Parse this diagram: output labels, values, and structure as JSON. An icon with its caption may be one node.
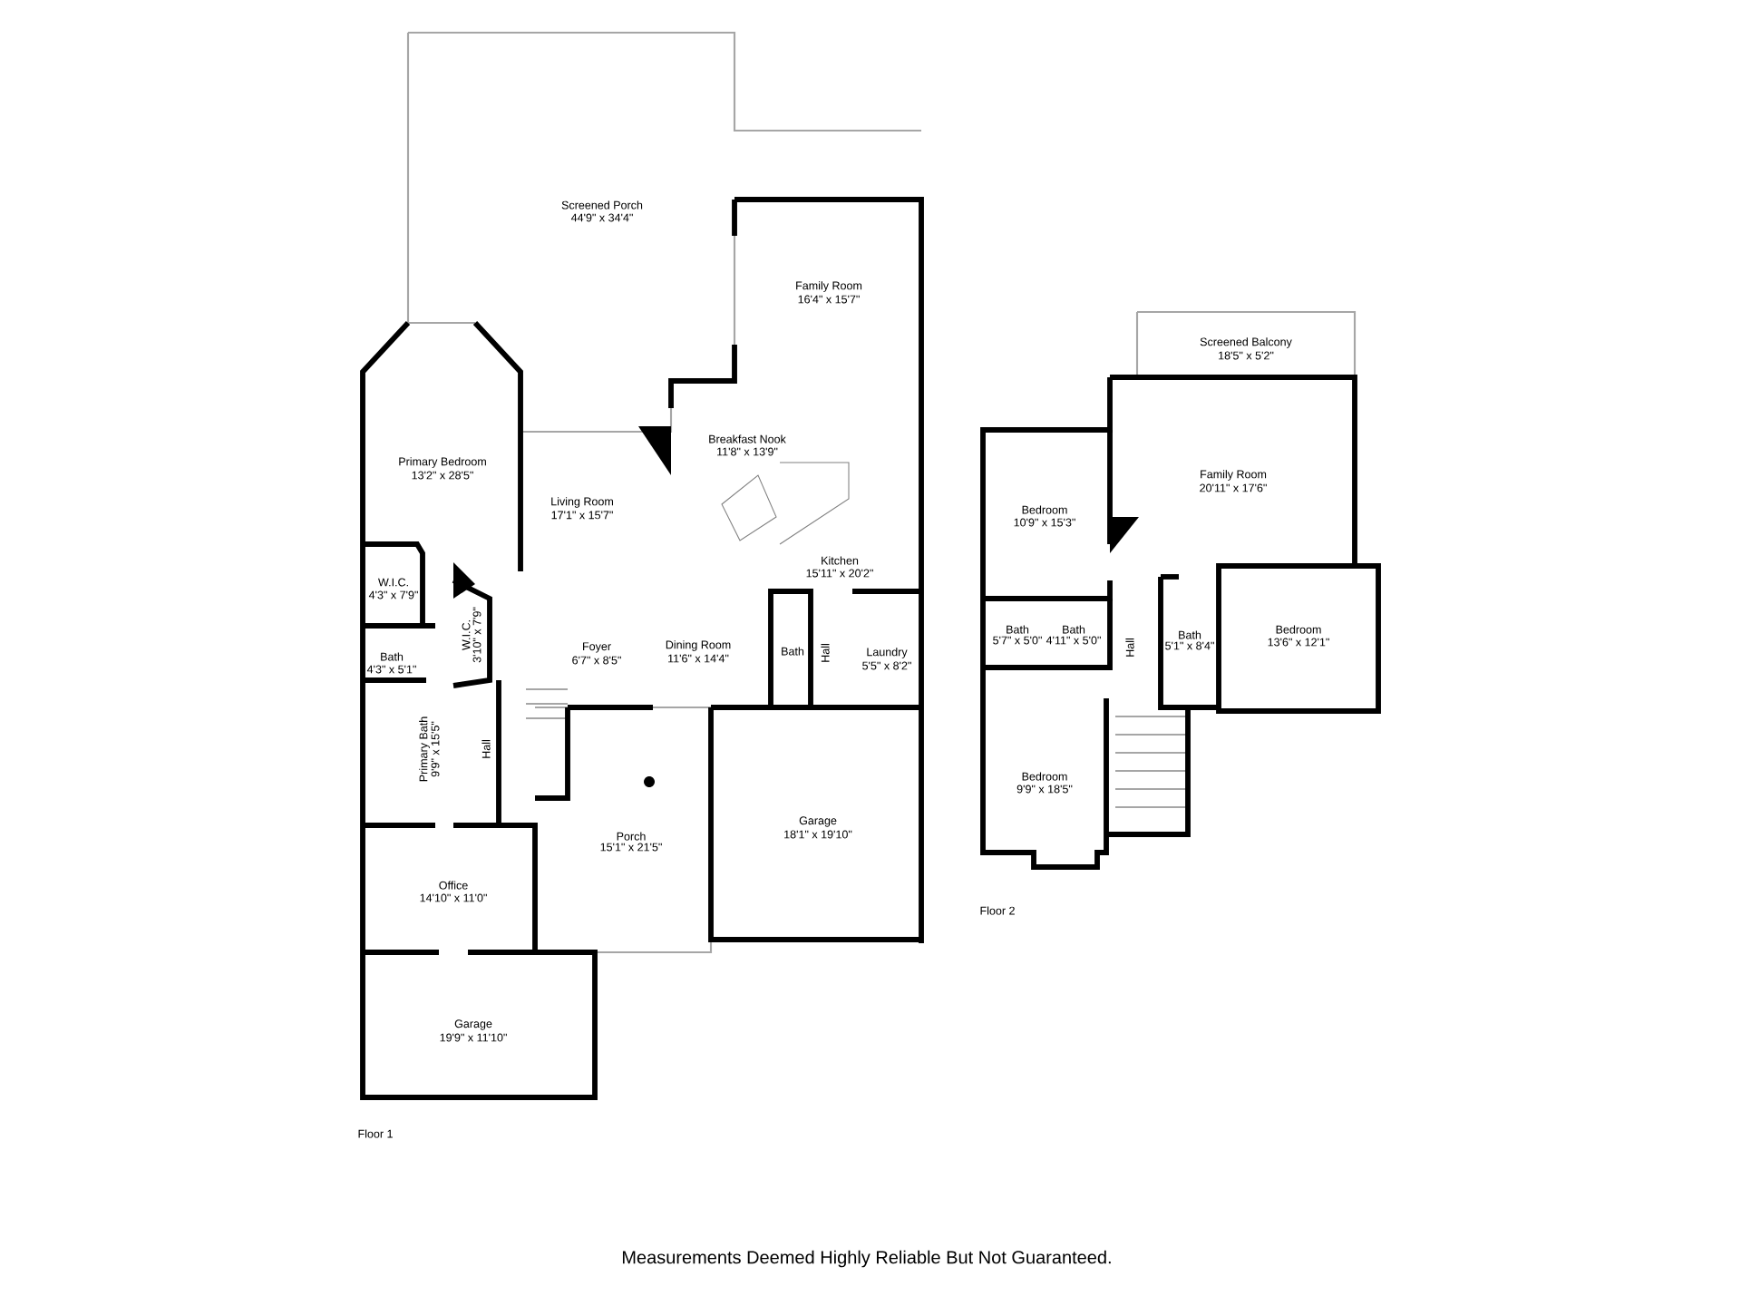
{
  "diagram": {
    "caption": "Measurements Deemed Highly Reliable But Not Guaranteed.",
    "labels": [
      "Screened Porch",
      "44'9\" x 34'4\"",
      "Family Room",
      "16'4\" x 15'7\"",
      "Primary Bedroom",
      "13'2\" x 28'5\"",
      "Breakfast Nook",
      "11'8\" x 13'9\"",
      "Living Room",
      "17'1\" x 15'7\"",
      "Kitchen",
      "15'11\" x 20'2\"",
      "W.I.C.",
      "4'3\" x 7'9\"",
      "W.I.C.",
      "3'10\" x 7'9\"",
      "Bath",
      "4'3\" x 5'1\"",
      "Foyer",
      "6'7\" x 8'5\"",
      "Dining Room",
      "11'6\" x 14'4\"",
      "Bath",
      "Hall",
      "Laundry",
      "5'5\" x 8'2\"",
      "Primary Bath",
      "9'9\" x 15'5\"",
      "Hall",
      "Porch",
      "15'1\" x 21'5\"",
      "Garage",
      "18'1\" x 19'10\"",
      "Office",
      "14'10\" x 11'0\"",
      "Garage",
      "19'9\" x 11'10\"",
      "Floor 1",
      "Screened Balcony",
      "18'5\" x 5'2\"",
      "Family Room",
      "20'11\" x 17'6\"",
      "Bedroom",
      "10'9\" x 15'3\"",
      "Bath",
      "5'7\" x 5'0\"",
      "Bath",
      "4'11\" x 5'0\"",
      "Hall",
      "Bath",
      "5'1\" x 8'4\"",
      "Bedroom",
      "13'6\" x 12'1\"",
      "Bedroom",
      "9'9\" x 18'5\"",
      "Floor 2"
    ]
  }
}
